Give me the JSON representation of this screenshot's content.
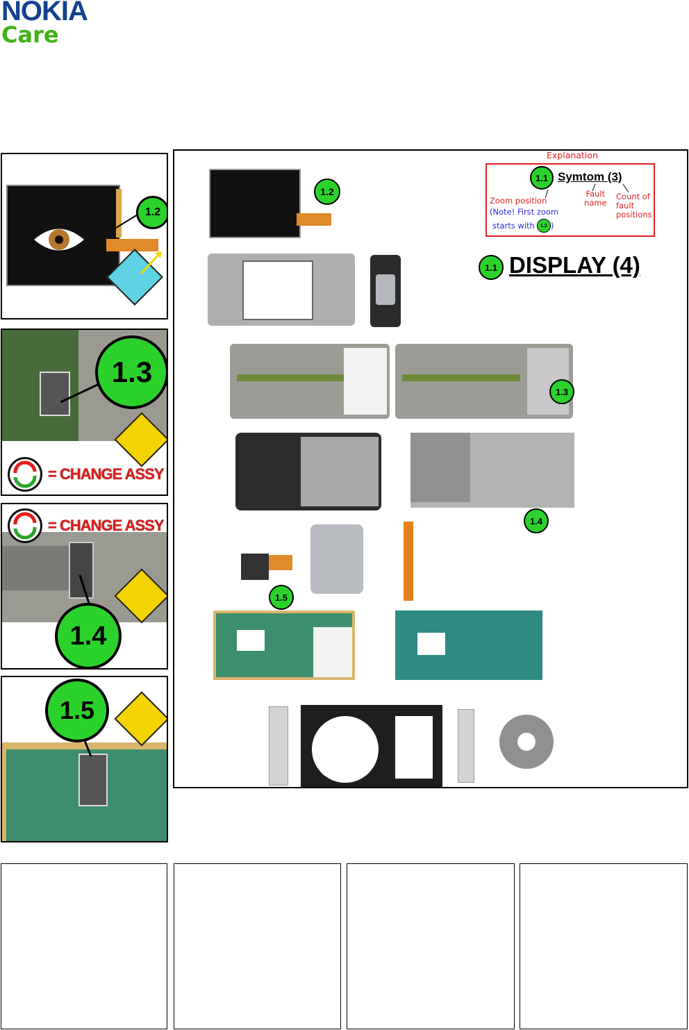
{
  "header": {
    "brand": "NOKIA",
    "subbrand": "Care"
  },
  "colors": {
    "badge_green": "#2cd22c",
    "nokia_blue": "#124191",
    "care_green": "#3fb316",
    "explain_red": "#e02020",
    "note_blue": "#2a2ad0"
  },
  "zoom_panels": [
    {
      "badge": "1.2",
      "icon": "eye-icon",
      "tool": "screwdriver-icon"
    },
    {
      "badge": "1.3",
      "icon": "esd-warning-icon",
      "change_label": "= CHANGE ASSY"
    },
    {
      "badge": "1.4",
      "icon": "esd-warning-icon",
      "change_label": "= CHANGE ASSY"
    },
    {
      "badge": "1.5",
      "icon": "esd-warning-icon"
    }
  ],
  "explanation": {
    "title": "Explanation",
    "badge": "1.1",
    "symptom": "Symtom (3)",
    "fault_name": [
      "Fault",
      "name"
    ],
    "count_label": [
      "Count of",
      "fault",
      "positions"
    ],
    "zoom_label": "Zoom position",
    "note_line1": "(Note! First zoom",
    "note_line2": "starts with",
    "note_badge": "1.2",
    "note_close": ")"
  },
  "fault": {
    "badge": "1.1",
    "title": "DISPLAY (4)"
  },
  "parts_badges": [
    "1.2",
    "1.3",
    "1.4",
    "1.5"
  ],
  "footer_boxes": 4
}
